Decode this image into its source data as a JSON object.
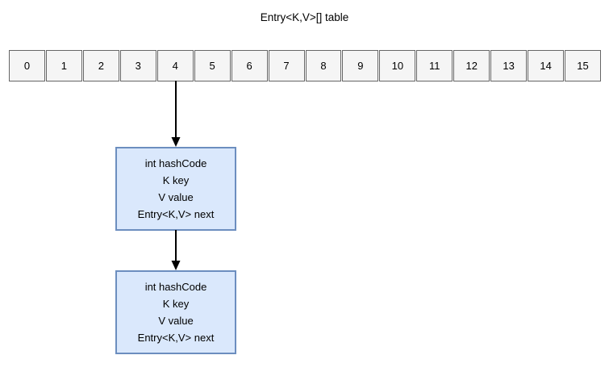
{
  "diagram": {
    "title": "Entry<K,V>[] table",
    "bucket_array": {
      "name": "table",
      "cells": [
        {
          "index": "0"
        },
        {
          "index": "1"
        },
        {
          "index": "2"
        },
        {
          "index": "3"
        },
        {
          "index": "4"
        },
        {
          "index": "5"
        },
        {
          "index": "6"
        },
        {
          "index": "7"
        },
        {
          "index": "8"
        },
        {
          "index": "9"
        },
        {
          "index": "10"
        },
        {
          "index": "11"
        },
        {
          "index": "12"
        },
        {
          "index": "13"
        },
        {
          "index": "14"
        },
        {
          "index": "15"
        }
      ]
    },
    "entry_nodes": [
      {
        "fields": [
          "int hashCode",
          "K key",
          "V value",
          "Entry<K,V> next"
        ]
      },
      {
        "fields": [
          "int hashCode",
          "K key",
          "V value",
          "Entry<K,V> next"
        ]
      }
    ],
    "arrows": [
      {
        "from": "bucket-cell-4",
        "to": "entry-node-1"
      },
      {
        "from": "entry-node-1",
        "to": "entry-node-2"
      }
    ],
    "colors": {
      "node_fill": "#dae8fc",
      "node_border": "#6c8ebf",
      "cell_fill": "#f5f5f5",
      "cell_border": "#666666",
      "arrow": "#000000",
      "text": "#000000",
      "background": "#ffffff"
    }
  }
}
